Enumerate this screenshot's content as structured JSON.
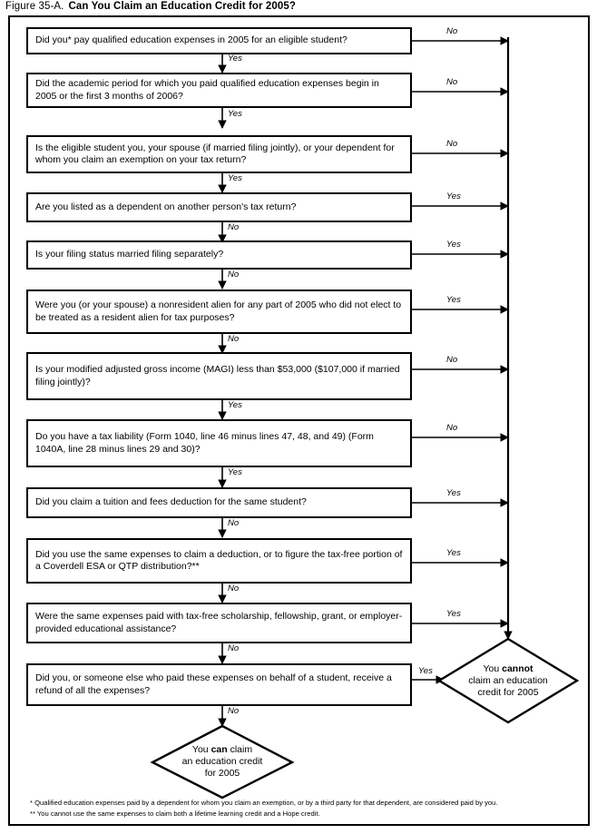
{
  "title": {
    "figure_number": "Figure 35-A.",
    "figure_name": "Can You Claim an Education Credit for 2005?"
  },
  "colors": {
    "line": "#000000",
    "background": "#ffffff",
    "text": "#000000"
  },
  "flowchart": {
    "type": "decision-flowchart",
    "nodes": [
      {
        "id": "q1",
        "shape": "box",
        "text": "Did you* pay qualified education expenses in 2005 for an eligible student?",
        "down_label": "Yes",
        "right_label": "No",
        "right_target": "cannot-claim"
      },
      {
        "id": "q2",
        "shape": "box",
        "text": "Did the academic period for which you paid qualified education expenses begin in 2005 or the first 3 months of 2006?",
        "down_label": "Yes",
        "right_label": "No",
        "right_target": "cannot-claim"
      },
      {
        "id": "q3",
        "shape": "box",
        "text": "Is the eligible student you, your spouse (if married filing jointly), or your dependent for whom you claim an exemption on your tax return?",
        "down_label": "Yes",
        "right_label": "No",
        "right_target": "cannot-claim"
      },
      {
        "id": "q4",
        "shape": "box",
        "text": "Are you listed as a dependent on another person's tax return?",
        "down_label": "No",
        "right_label": "Yes",
        "right_target": "cannot-claim"
      },
      {
        "id": "q5",
        "shape": "box",
        "text": "Is your filing status married filing separately?",
        "down_label": "No",
        "right_label": "Yes",
        "right_target": "cannot-claim"
      },
      {
        "id": "q6",
        "shape": "box",
        "text": "Were you (or your spouse) a nonresident alien for any part of 2005 who did not elect to be treated as a resident alien for tax purposes?",
        "down_label": "No",
        "right_label": "Yes",
        "right_target": "cannot-claim"
      },
      {
        "id": "q7",
        "shape": "box",
        "text": "Is your modified adjusted gross income (MAGI) less than $53,000 ($107,000 if married filing jointly)?",
        "down_label": "Yes",
        "right_label": "No",
        "right_target": "cannot-claim"
      },
      {
        "id": "q8",
        "shape": "box",
        "text": "Do you have a tax liability (Form 1040, line 46 minus lines 47, 48, and 49) (Form 1040A, line 28 minus lines 29 and 30)?",
        "down_label": "Yes",
        "right_label": "No",
        "right_target": "cannot-claim"
      },
      {
        "id": "q9",
        "shape": "box",
        "text": "Did you claim a tuition and fees deduction for the same student?",
        "down_label": "No",
        "right_label": "Yes",
        "right_target": "cannot-claim"
      },
      {
        "id": "q10",
        "shape": "box",
        "text": "Did you use the same expenses to claim a deduction, or to figure the tax-free portion of a Coverdell ESA or QTP distribution?**",
        "down_label": "No",
        "right_label": "Yes",
        "right_target": "cannot-claim"
      },
      {
        "id": "q11",
        "shape": "box",
        "text": "Were the same expenses paid with tax-free scholarship, fellowship, grant, or employer-provided educational assistance?",
        "down_label": "No",
        "right_label": "Yes",
        "right_target": "cannot-claim"
      },
      {
        "id": "q12",
        "shape": "box",
        "text": "Did you, or someone else who paid these expenses on behalf of a student, receive a refund of all the expenses?",
        "down_label": "No",
        "right_label": "Yes",
        "right_target": "cannot-claim"
      }
    ],
    "terminals": [
      {
        "id": "cannot-claim",
        "shape": "diamond",
        "line1_prefix": "You ",
        "line1_bold": "cannot",
        "line2": "claim an education",
        "line3": "credit for 2005"
      },
      {
        "id": "can-claim",
        "shape": "diamond",
        "line1_prefix": "You ",
        "line1_bold": "can",
        "line1_suffix": " claim",
        "line2": "an education credit",
        "line3": "for 2005"
      }
    ]
  },
  "footnotes": [
    {
      "marker": "*",
      "text": "Qualified education expenses paid by a dependent for whom you claim an exemption, or by a third party for that dependent, are considered paid by you."
    },
    {
      "marker": "**",
      "text": "You cannot use the same expenses to claim both a lifetime learning credit and a Hope credit."
    }
  ]
}
